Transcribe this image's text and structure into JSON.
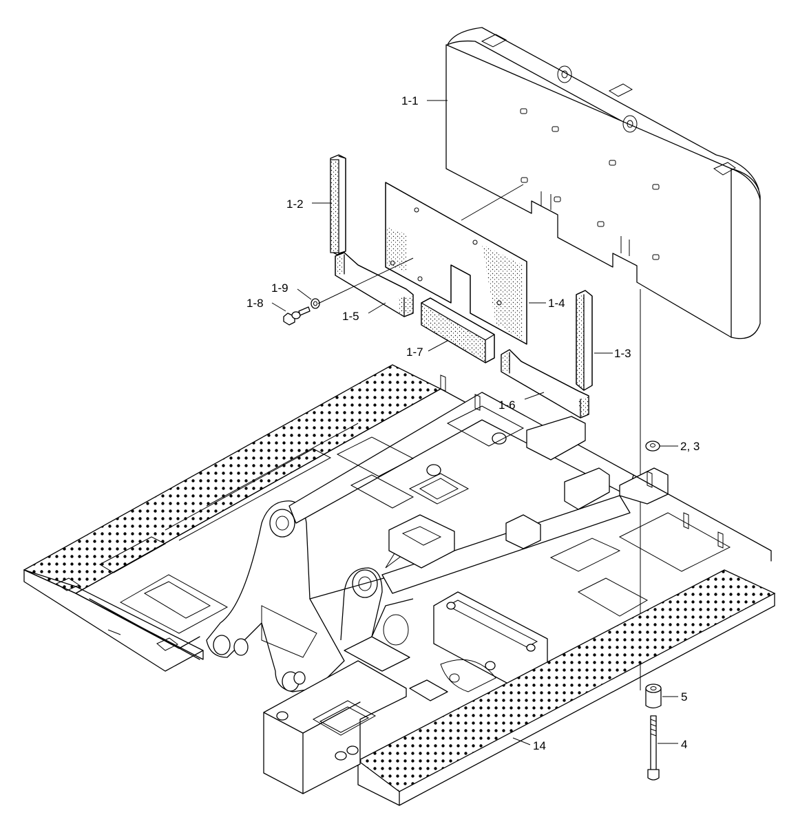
{
  "labels": {
    "p1_1": "1-1",
    "p1_2": "1-2",
    "p1_3": "1-3",
    "p1_4": "1-4",
    "p1_5": "1-5",
    "p1_6": "1-6",
    "p1_7": "1-7",
    "p1_8": "1-8",
    "p1_9": "1-9",
    "p2_3": "2, 3",
    "p4": "4",
    "p5": "5",
    "p14": "14"
  }
}
